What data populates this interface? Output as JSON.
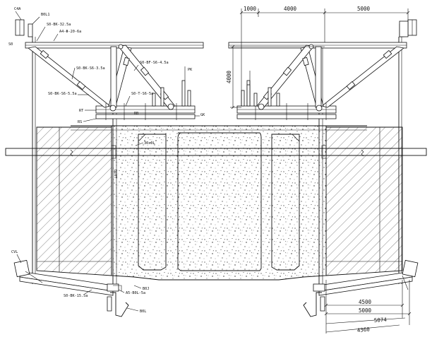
{
  "labels": {
    "top_left_a": "C4A",
    "top_left_b": "B0L1",
    "top_left_mark": "S0",
    "member_1": "S0-BK-32.5a",
    "member_2": "A4-Φ-20-6a",
    "member_3": "S0-BK-S6-3.5a",
    "member_4": "S0-BF-S6-4.5a",
    "member_5": "S0-BK-S6-5.5a",
    "member_6": "S0-T-S6-5a",
    "mark_rt": "RT",
    "mark_rs": "RS",
    "mark_rb": "RB",
    "mark_pk": "PK",
    "mark_gk": "GK",
    "web_label": "30x0L",
    "hanger_label": "DL0T",
    "left_bottom_c": "CVL",
    "bottom_member": "S0-BK-15.5a",
    "bottom_member_2": "A5-B0L-5a",
    "bottom_mark": "B0J",
    "bottom_hanger": "B0L"
  },
  "dimensions": {
    "top_1": "1000",
    "top_2": "4000",
    "top_3": "5000",
    "vertical": "4000",
    "bottom_1": "4500",
    "bottom_2": "5000",
    "bottom_3": "5074",
    "bottom_4": "4360"
  }
}
